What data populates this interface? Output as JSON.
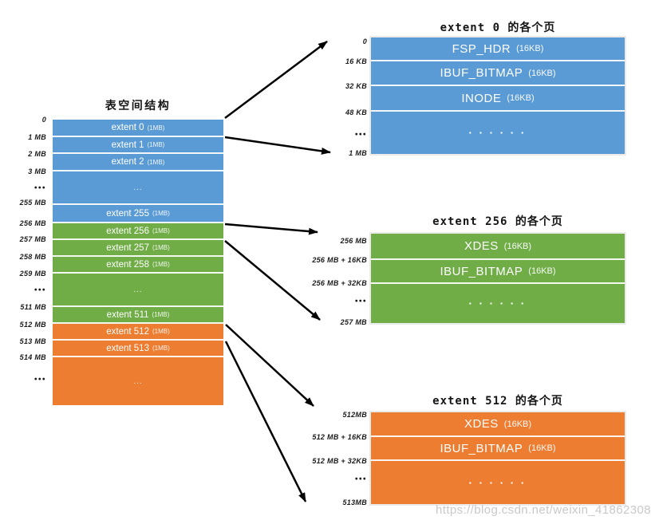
{
  "page": {
    "watermark": "https://blog.csdn.net/weixin_41862308"
  },
  "colors": {
    "extent_blue": "#5B9BD5",
    "extent_green": "#70AD47",
    "extent_orange": "#ED7D31",
    "arrow": "#000000",
    "watermark_gray": "#c9c9c9"
  },
  "left_column": {
    "title": "表空间结构",
    "axis_labels": [
      "0",
      "1 MB",
      "2 MB",
      "3 MB",
      "•••",
      "255 MB",
      "256 MB",
      "257 MB",
      "258 MB",
      "259 MB",
      "•••",
      "511 MB",
      "512 MB",
      "513 MB",
      "514 MB",
      "•••"
    ],
    "rows": [
      {
        "label": "extent 0",
        "size": "(1MB)"
      },
      {
        "label": "extent 1",
        "size": "(1MB)"
      },
      {
        "label": "extent 2",
        "size": "(1MB)"
      },
      {
        "label": "...",
        "size": ""
      },
      {
        "label": "extent 255",
        "size": "(1MB)"
      },
      {
        "label": "extent 256",
        "size": "(1MB)"
      },
      {
        "label": "extent 257",
        "size": "(1MB)"
      },
      {
        "label": "extent 258",
        "size": "(1MB)"
      },
      {
        "label": "...",
        "size": ""
      },
      {
        "label": "extent 511",
        "size": "(1MB)"
      },
      {
        "label": "extent 512",
        "size": "(1MB)"
      },
      {
        "label": "extent 513",
        "size": "(1MB)"
      },
      {
        "label": "...",
        "size": ""
      }
    ]
  },
  "blocks": [
    {
      "title": "extent 0 的各个页",
      "axis_labels": [
        "0",
        "16 KB",
        "32 KB",
        "48 KB",
        "•••",
        "1 MB"
      ],
      "rows": [
        {
          "label": "FSP_HDR",
          "size": "(16KB)"
        },
        {
          "label": "IBUF_BITMAP",
          "size": "(16KB)"
        },
        {
          "label": "INODE",
          "size": "(16KB)"
        },
        {
          "label": "▪ ▪ ▪ ▪ ▪ ▪",
          "size": ""
        }
      ]
    },
    {
      "title": "extent 256 的各个页",
      "axis_labels": [
        "256 MB",
        "256 MB + 16KB",
        "256 MB + 32KB",
        "•••",
        "257 MB"
      ],
      "rows": [
        {
          "label": "XDES",
          "size": "(16KB)"
        },
        {
          "label": "IBUF_BITMAP",
          "size": "(16KB)"
        },
        {
          "label": "▪ ▪ ▪ ▪ ▪ ▪",
          "size": ""
        }
      ]
    },
    {
      "title": "extent 512 的各个页",
      "axis_labels": [
        "512MB",
        "512 MB + 16KB",
        "512 MB + 32KB",
        "•••",
        "513MB"
      ],
      "rows": [
        {
          "label": "XDES",
          "size": "(16KB)"
        },
        {
          "label": "IBUF_BITMAP",
          "size": "(16KB)"
        },
        {
          "label": "▪ ▪ ▪ ▪ ▪ ▪",
          "size": ""
        }
      ]
    }
  ]
}
